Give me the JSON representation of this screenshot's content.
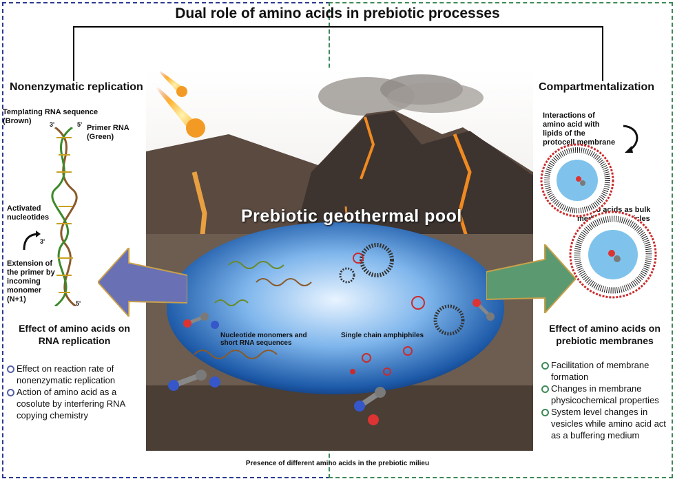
{
  "title": "Dual role of amino acids in prebiotic processes",
  "left": {
    "heading": "Nonenzymatic replication",
    "labels": {
      "templating": "Templating RNA sequence (Brown)",
      "primer": "Primer RNA (Green)",
      "activated": "Activated nucleotides",
      "extension": "Extension of the primer by incoming monomer (N+1)",
      "three_prime_top": "3'",
      "five_prime_top": "5'",
      "three_prime_bottom": "3'",
      "five_prime_bottom": "5'"
    },
    "effect_heading": "Effect of amino acids on RNA replication",
    "bullets": [
      "Effect on reaction rate of nonenzymatic replication",
      "Action of amino acid as a cosolute by interfering RNA copying chemistry"
    ]
  },
  "right": {
    "heading": "Compartmentalization",
    "labels": {
      "interactions": "Interactions of amino acid with lipids of the protocell membrane",
      "bulk": "Amino acids as bulk medium for vesicles"
    },
    "effect_heading": "Effect of amino acids on prebiotic membranes",
    "bullets": [
      "Facilitation of membrane formation",
      "Changes in membrane physicochemical properties",
      "System level changes in vesicles while amino acid act as a buffering medium"
    ]
  },
  "pool": {
    "title": "Prebiotic geothermal pool",
    "nucleotide_label": "Nucleotide monomers and short RNA sequences",
    "amphiphile_label": "Single chain amphiphiles"
  },
  "footer": "Presence of different amino acids in the prebiotic milieu",
  "colors": {
    "left_frame": "#2b3a8f",
    "right_frame": "#3d8a56",
    "left_arrow": "#6a70b4",
    "right_arrow": "#5b9a70",
    "pool": "#1d5aa8",
    "vesicle": "#c92b2b"
  }
}
